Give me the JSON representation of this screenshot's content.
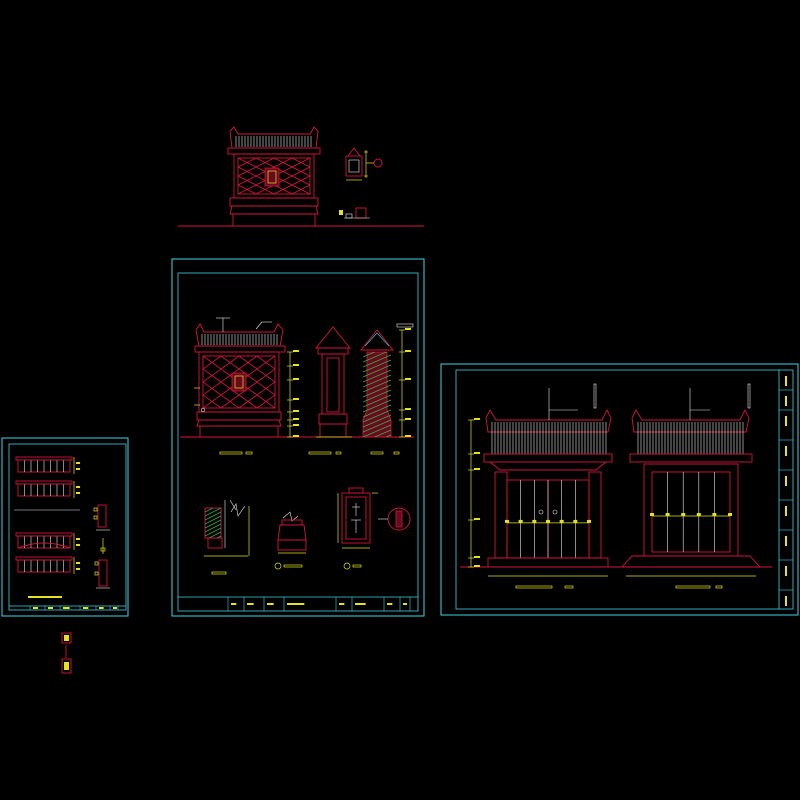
{
  "drawing": {
    "background": "#000000",
    "colors": {
      "frame": "#3fd3e6",
      "outline": "#d4143c",
      "dimension": "#e3e31c",
      "detail": "#e8e8e8",
      "hatch": "#2ec44a"
    },
    "sheets": [
      {
        "id": "sheet-small-left",
        "kind": "drawing-sheet"
      },
      {
        "id": "sheet-center",
        "kind": "drawing-sheet"
      },
      {
        "id": "sheet-right",
        "kind": "drawing-sheet"
      }
    ],
    "loose_views": [
      {
        "id": "screen-wall-elevation-top",
        "kind": "elevation"
      },
      {
        "id": "small-details-top",
        "kind": "detail"
      },
      {
        "id": "tiny-details-bottom-left",
        "kind": "detail"
      }
    ],
    "center_views": [
      {
        "id": "screen-wall-front-elevation",
        "kind": "elevation"
      },
      {
        "id": "screen-wall-side-elevation",
        "kind": "elevation"
      },
      {
        "id": "screen-wall-section",
        "kind": "section"
      },
      {
        "id": "base-detail",
        "kind": "detail"
      },
      {
        "id": "coping-detail",
        "kind": "detail"
      },
      {
        "id": "plaque-detail",
        "kind": "detail"
      }
    ],
    "right_views": [
      {
        "id": "gate-front-elevation",
        "kind": "elevation"
      },
      {
        "id": "gate-side-elevation",
        "kind": "elevation"
      }
    ]
  }
}
